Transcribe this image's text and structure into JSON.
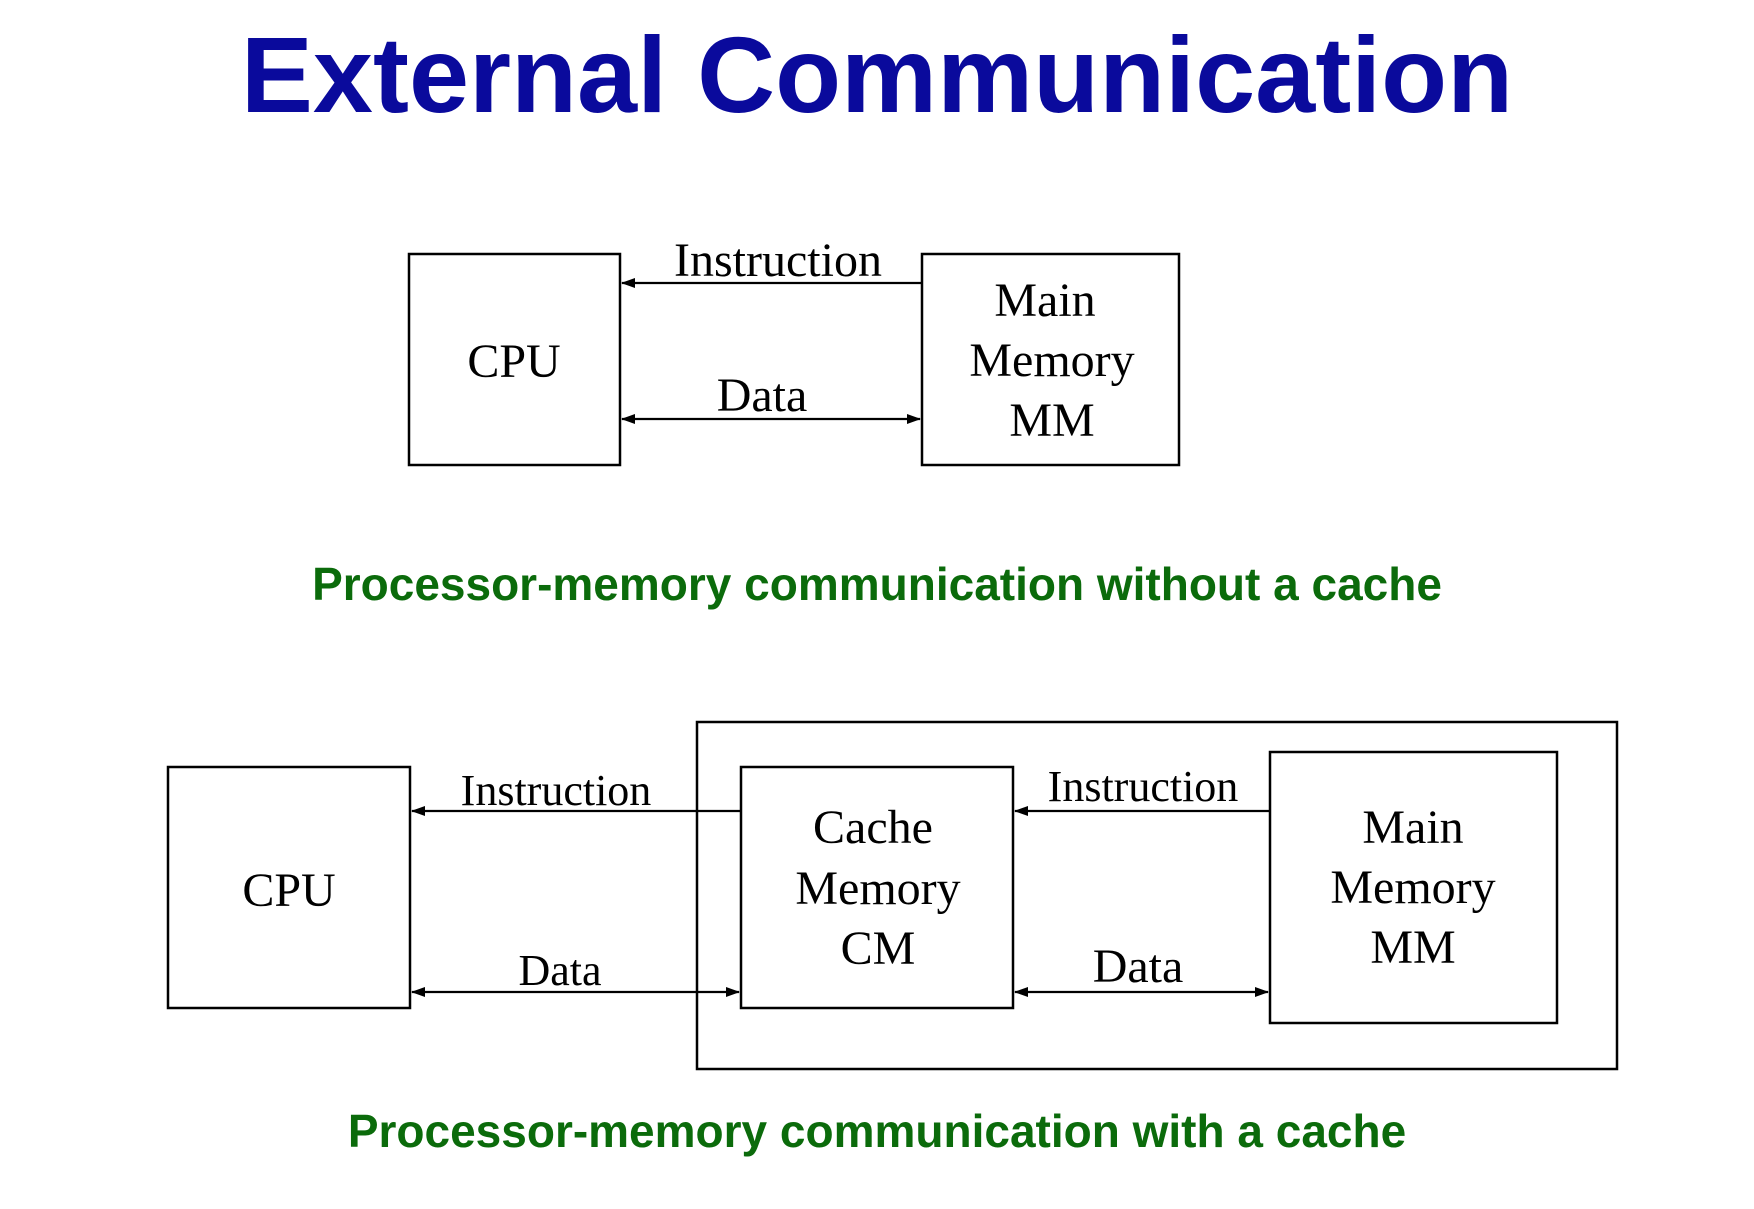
{
  "title": "External Communication",
  "colors": {
    "title": "#0a0a9c",
    "caption": "#0b6b0b",
    "lines": "#000000"
  },
  "diagram1": {
    "cpu": "CPU",
    "mm": [
      "Main",
      "Memory",
      "MM"
    ],
    "instruction_label": "Instruction",
    "data_label": "Data",
    "caption": "Processor-memory communication without a cache"
  },
  "diagram2": {
    "cpu": "CPU",
    "cm": [
      "Cache",
      "Memory",
      "CM"
    ],
    "mm": [
      "Main",
      "Memory",
      "MM"
    ],
    "instruction_label_left": "Instruction",
    "data_label_left": "Data",
    "instruction_label_right": "Instruction",
    "data_label_right": "Data",
    "caption": "Processor-memory communication with a cache"
  }
}
